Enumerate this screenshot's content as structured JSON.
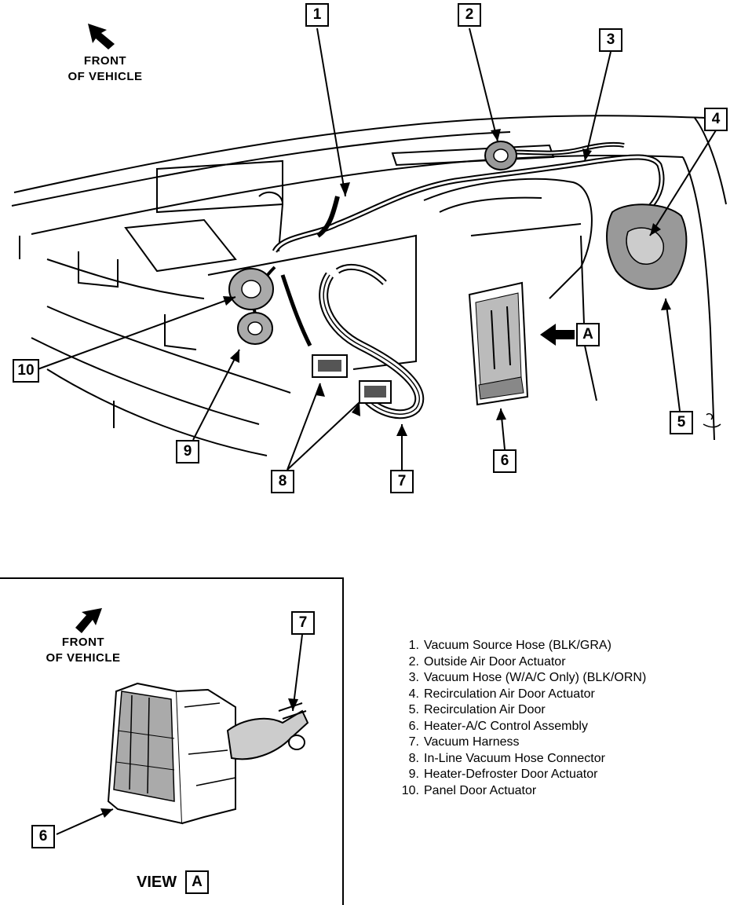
{
  "top_view": {
    "orientation": {
      "line1": "FRONT",
      "line2": "OF VEHICLE",
      "icon": "arrow-up-left-icon"
    },
    "callouts": [
      "1",
      "2",
      "3",
      "4",
      "5",
      "6",
      "7",
      "8",
      "9",
      "10"
    ],
    "view_ref": "A"
  },
  "detail_view": {
    "orientation": {
      "line1": "FRONT",
      "line2": "OF VEHICLE",
      "icon": "arrow-up-right-icon"
    },
    "callouts": [
      "7",
      "6"
    ],
    "title": "VIEW",
    "ref": "A"
  },
  "legend": [
    {
      "num": "1.",
      "text": "Vacuum Source Hose (BLK/GRA)"
    },
    {
      "num": "2.",
      "text": "Outside Air Door Actuator"
    },
    {
      "num": "3.",
      "text": "Vacuum Hose (W/A/C Only) (BLK/ORN)"
    },
    {
      "num": "4.",
      "text": "Recirculation Air Door Actuator"
    },
    {
      "num": "5.",
      "text": "Recirculation Air Door"
    },
    {
      "num": "6.",
      "text": "Heater-A/C Control Assembly"
    },
    {
      "num": "7.",
      "text": "Vacuum Harness"
    },
    {
      "num": "8.",
      "text": "In-Line Vacuum Hose Connector"
    },
    {
      "num": "9.",
      "text": "Heater-Defroster Door Actuator"
    },
    {
      "num": "10.",
      "text": "Panel Door Actuator"
    }
  ]
}
